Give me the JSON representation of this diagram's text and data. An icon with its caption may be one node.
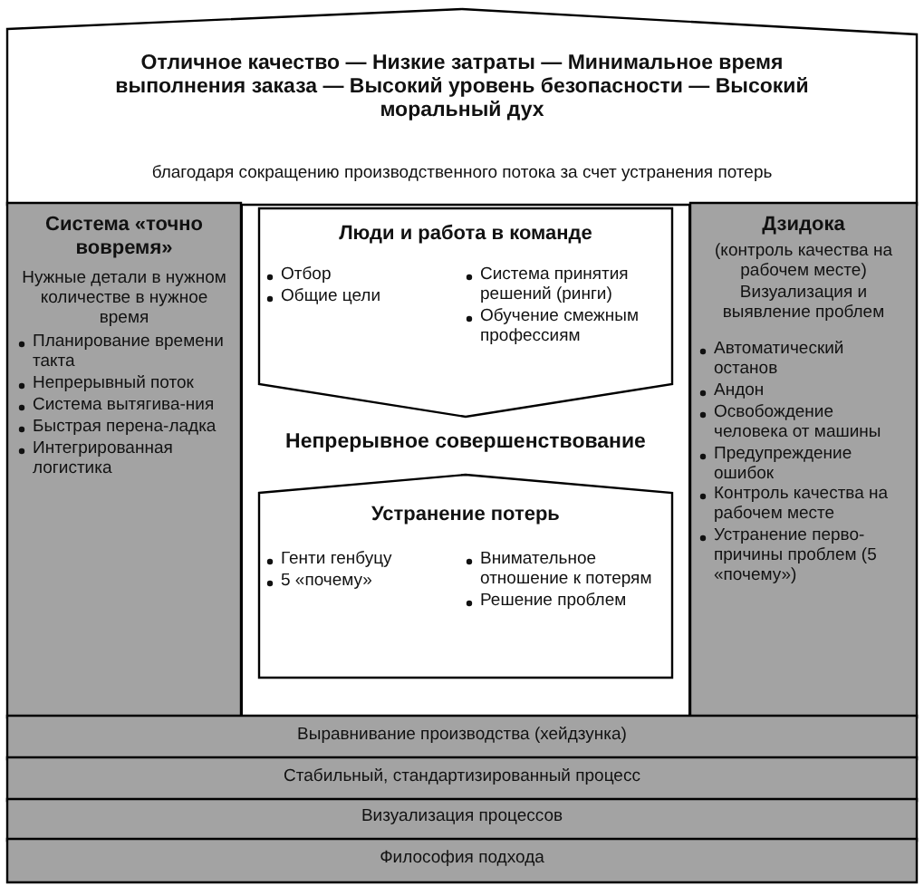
{
  "diagram": {
    "nodes": [
      {
        "text": [
          "Отличное качество — Низкие затраты — Минимальное время выполнения заказа — Высокий уровень безопасности — Высокий моральный дух",
          "благодаря сокращению производственного потока за счет устранения потерь"
        ]
      },
      {
        "text": [
          "Система «точно вовремя»",
          "Нужные детали в нужном количестве в нужное время",
          "Планирование времени такта",
          "Непрерывный поток",
          "Система вытягива-ния",
          "Быстрая перена-ладка",
          "Интегрированная логистика"
        ]
      },
      {
        "text": [
          "Люди и работа в команде",
          "Отбор",
          "Общие цели",
          "Система принятия решений (ринги)",
          "Обучение смежным профессиям"
        ]
      },
      {
        "text": [
          "Устранение потерь",
          "Генти генбуцу",
          "5 «почему»",
          "Внимательное отношение к потерям",
          "Решение проблем"
        ]
      },
      {
        "text": [
          "Дзидока",
          "(контроль качества на рабочем месте)",
          "Визуализация и выявление проблем",
          "Автоматический останов",
          "Андон",
          "Освобождение человека от машины",
          "Предупреждение ошибок",
          "Контроль качества на рабочем месте",
          "Устранение перво-причины проблем (5 «почему»)"
        ]
      },
      {
        "text": [
          "Выравнивание производства (хейдзунка)"
        ]
      },
      {
        "text": [
          "Стабильный, стандартизированный процесс"
        ]
      },
      {
        "text": [
          "Визуализация процессов"
        ]
      },
      {
        "text": [
          "Философия подхода"
        ]
      }
    ],
    "labels": [
      "Непрерывное совершенствование"
    ]
  }
}
